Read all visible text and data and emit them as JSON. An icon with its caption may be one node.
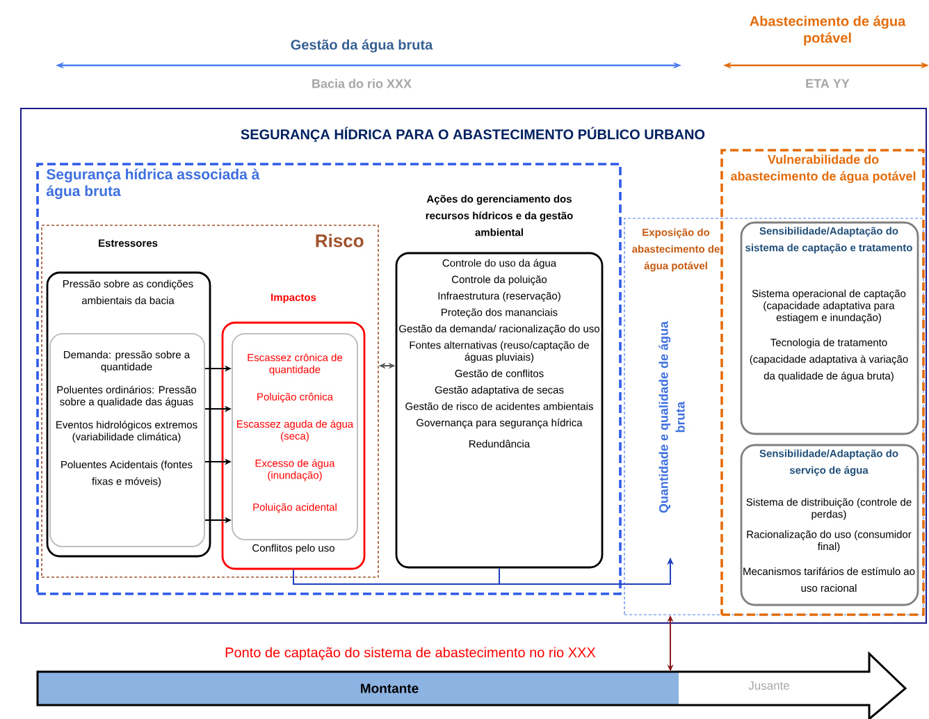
{
  "diagram": {
    "nodes": [
      {
        "text": [
          "SEGURANÇA HÍDRICA PARA O ABASTECIMENTO PÚBLICO URBANO"
        ]
      },
      {
        "text": [
          "Segurança hídrica associada à água bruta"
        ],
        "in": 0
      },
      {
        "text": [
          "Risco"
        ],
        "in": 1
      },
      {
        "text": [
          "Estressores",
          "Pressão sobre as condições ambientais da bacia"
        ],
        "in": 2
      },
      {
        "text": [
          "Demanda: pressão sobre a quantidade",
          "Poluentes ordinários: Pressão sobre a qualidade das águas",
          "Eventos hidrológicos extremos (variabilidade climática)",
          "Poluentes Acidentais (fontes fixas e móveis)"
        ],
        "in": 3
      },
      {
        "text": [
          "Impactos",
          "Conflitos pelo uso"
        ],
        "in": 2
      },
      {
        "text": [
          "Escassez crônica de quantidade",
          "Poluição crônica",
          "Escassez aguda de água (seca)",
          "Excesso de água (inundação)",
          "Poluição acidental"
        ],
        "in": 5
      },
      {
        "text": [
          "Ações do gerenciamento dos recursos hídricos e da gestão ambiental",
          "Controle do uso da água",
          "Controle da poluição",
          "Infraestrutura (reservação)",
          "Proteção dos mananciais",
          "Gestão da demanda/ racionalização do uso",
          "Fontes alternativas (reuso/captação de águas pluviais)",
          "Gestão de conflitos",
          "Gestão adaptativa de secas",
          "Gestão de risco de acidentes ambientais",
          "Governança para segurança hídrica",
          "Redundância"
        ],
        "in": 1
      },
      {
        "text": [
          "Exposição do abastecimento de água potável",
          "Quantidade e qualidade de água bruta"
        ],
        "in": 0
      },
      {
        "text": [
          "Vulnerabilidade do abastecimento de água potável"
        ],
        "in": 0
      },
      {
        "text": [
          "Sensibilidade/Adaptação do sistema de captação e tratamento",
          "Sistema operacional de captação (capacidade adaptativa para  estiagem e inundação)",
          "Tecnologia de tratamento (capacidade adaptativa à variação da qualidade de água bruta)"
        ],
        "in": 9
      },
      {
        "text": [
          "Sensibilidade/Adaptação do serviço de água",
          "Sistema de distribuição (controle de perdas)",
          "Racionalização do uso (consumidor final)",
          "Mecanismos tarifários de estímulo ao uso racional"
        ],
        "in": 9
      },
      {
        "text": [
          "Montante",
          "Jusante"
        ]
      }
    ],
    "edges": [
      {
        "from": 4,
        "to": 6,
        "arrow": "to"
      },
      {
        "from": 4,
        "to": 6,
        "arrow": "to"
      },
      {
        "from": 4,
        "to": 6,
        "arrow": "to"
      },
      {
        "from": 4,
        "to": 6,
        "arrow": "to"
      },
      {
        "from": 2,
        "to": 7,
        "arrow": "both",
        "color": "#595959"
      },
      {
        "from": 5,
        "to": 8,
        "arrow": "to",
        "color": "#1f3fbf"
      },
      {
        "from": 7,
        "to": 8,
        "arrow": "to",
        "color": "#1f3fbf"
      },
      {
        "from": 8,
        "to": 12,
        "arrow": "both",
        "color": "#8b1a1a"
      }
    ],
    "labels": [
      "Gestão da água bruta",
      "Bacia do rio XXX",
      "Abastecimento de água potável",
      "ETA YY",
      "Ponto de captação do sistema de abastecimento no rio XXX"
    ]
  }
}
